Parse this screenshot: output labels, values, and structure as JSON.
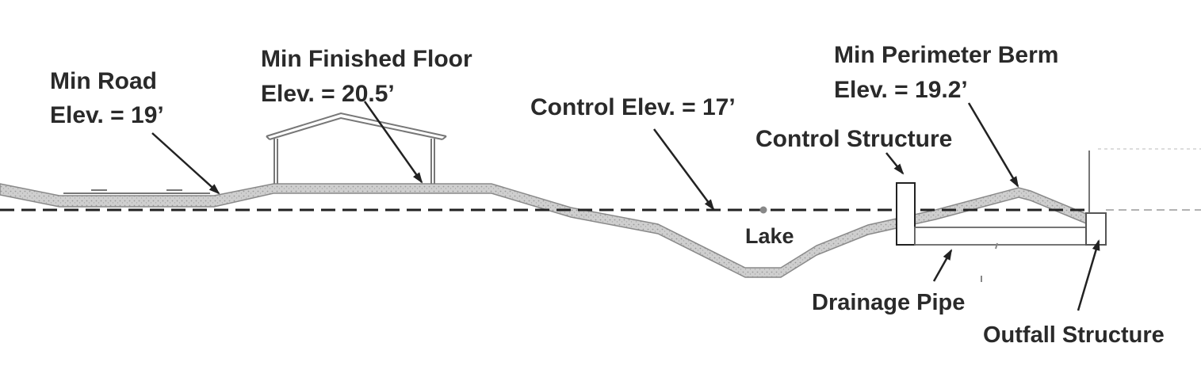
{
  "labels": {
    "min_road_line1": "Min Road",
    "min_road_line2": "Elev. = 19’",
    "min_floor_line1": "Min Finished Floor",
    "min_floor_line2": "Elev. = 20.5’",
    "control_elev": "Control Elev. = 17’",
    "control_structure": "Control Structure",
    "min_berm_line1": "Min Perimeter Berm",
    "min_berm_line2": "Elev. = 19.2’",
    "lake": "Lake",
    "drainage_pipe": "Drainage Pipe",
    "outfall_structure": "Outfall Structure"
  },
  "colors": {
    "ground_fill": "#c9c9c9",
    "ground_stroke": "#8a8a8a",
    "line": "#222222",
    "text": "#2a2a2a"
  }
}
